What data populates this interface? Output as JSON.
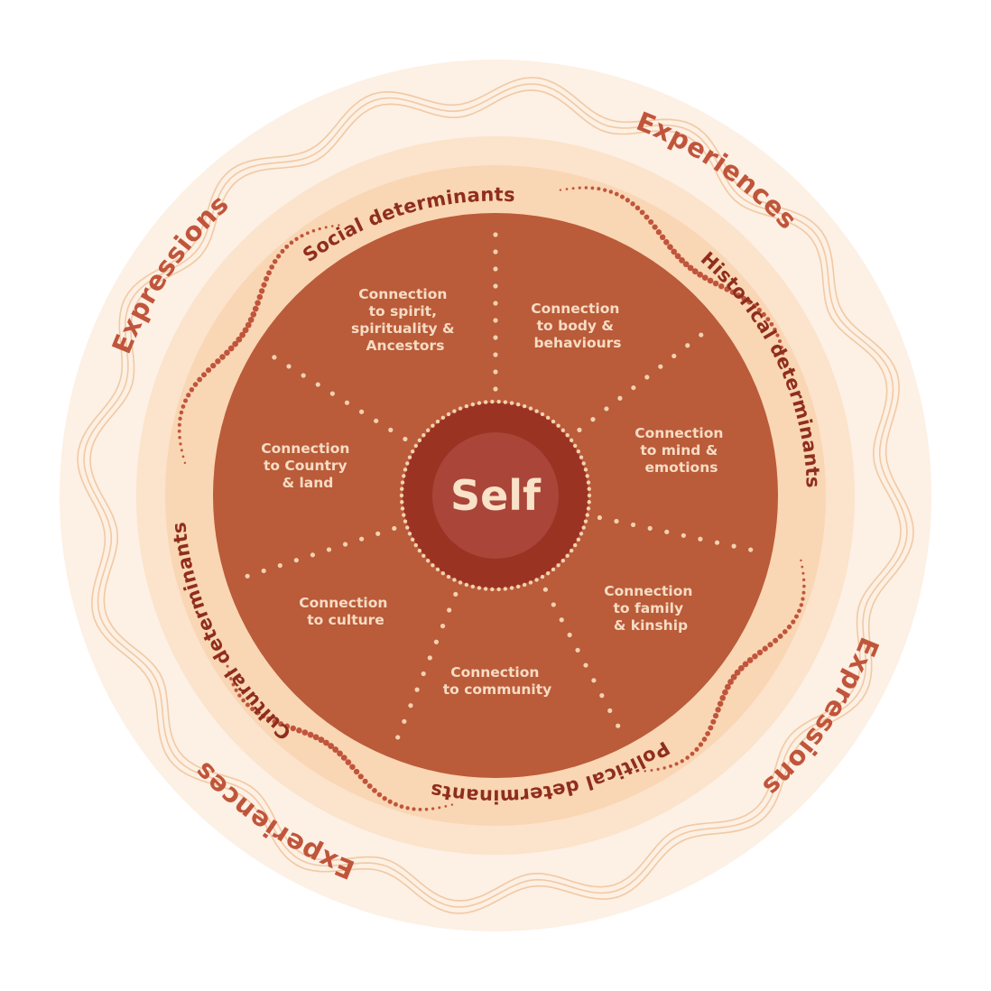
{
  "center": {
    "label": "Self"
  },
  "segments": [
    {
      "lines": [
        "Connection",
        "to spirit,",
        "spirituality &",
        "Ancestors"
      ]
    },
    {
      "lines": [
        "Connection",
        "to body &",
        "behaviours"
      ]
    },
    {
      "lines": [
        "Connection",
        "to mind &",
        "emotions"
      ]
    },
    {
      "lines": [
        "Connection",
        "to family",
        "& kinship"
      ]
    },
    {
      "lines": [
        "Connection",
        "to community"
      ]
    },
    {
      "lines": [
        "Connection",
        "to culture"
      ]
    },
    {
      "lines": [
        "Connection",
        "to Country",
        "& land"
      ]
    }
  ],
  "determinants": [
    "Social determinants",
    "Historical determinants",
    "Political determinants",
    "Cultural determinants"
  ],
  "outer": [
    "Experiences",
    "Expressions",
    "Expressions",
    "Experiences"
  ],
  "colors": {
    "outer_ring": "#fdf0e4",
    "middle_ring": "#fbe3cc",
    "inner_band": "#f9d6b4",
    "main_circle": "#ba5b39",
    "self_ring": "#9b3323",
    "self_core": "#aa4539",
    "dots": "#f3d2b0",
    "ring_text": "#8f2e1e",
    "outer_text": "#c0553b",
    "wave": "#f1c9a4"
  }
}
